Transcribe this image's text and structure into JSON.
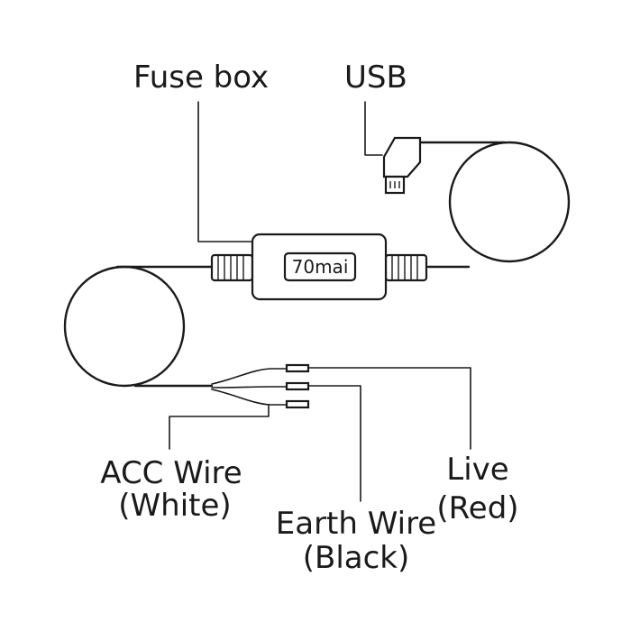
{
  "labels": {
    "fuse_box": "Fuse box",
    "usb": "USB",
    "acc_line1": "ACC Wire",
    "acc_line2": "(White)",
    "earth_line1": "Earth Wire",
    "earth_line2": "(Black)",
    "live_line1": "Live",
    "live_line2": "(Red)"
  },
  "module": {
    "brand": "70mai"
  },
  "colors": {
    "line": "#1a1a1a",
    "background": "#ffffff"
  }
}
